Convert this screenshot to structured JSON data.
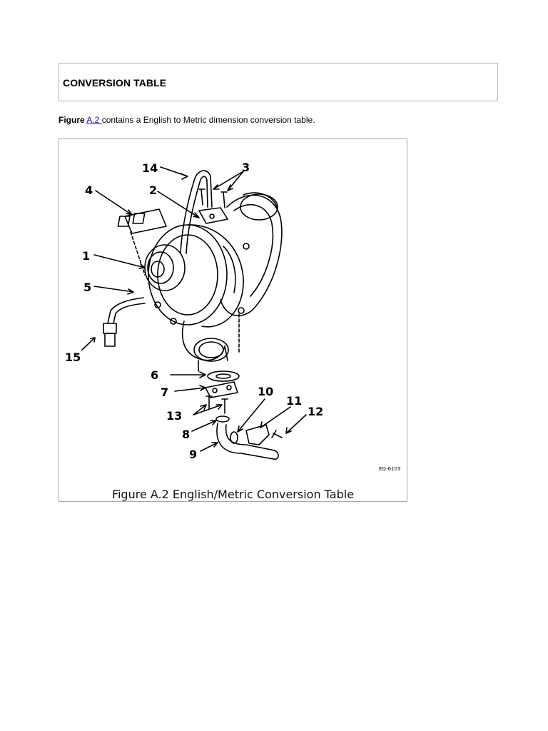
{
  "header": {
    "title": "CONVERSION TABLE"
  },
  "intro": {
    "lead": "Figure",
    "link_text": "A.2 ",
    "rest": "contains a English to Metric dimension conversion table."
  },
  "figure": {
    "caption": "Figure A.2 English/Metric Conversion Table",
    "drawing_code": "EQ-6103",
    "part_labels": [
      "1",
      "2",
      "3",
      "4",
      "5",
      "6",
      "7",
      "8",
      "9",
      "10",
      "11",
      "12",
      "13",
      "14",
      "15"
    ]
  }
}
